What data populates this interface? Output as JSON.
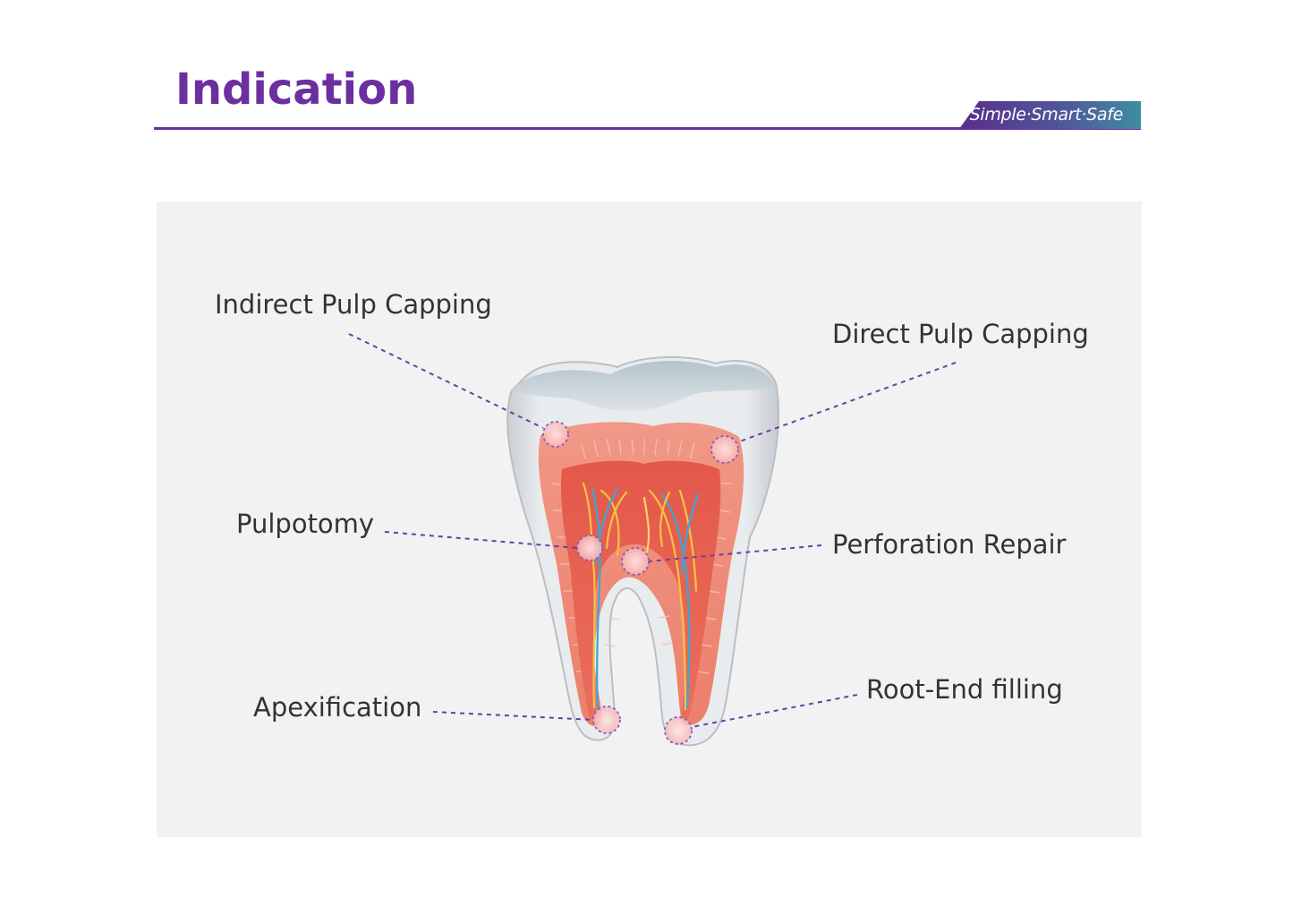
{
  "header": {
    "title": "Indication",
    "tagline": "Simple·Smart·Safe"
  },
  "labels": {
    "indirect_pulp_capping": "Indirect Pulp Capping",
    "direct_pulp_capping": "Direct Pulp Capping",
    "pulpotomy": "Pulpotomy",
    "perforation_repair": "Perforation Repair",
    "apexification": "Apexification",
    "root_end_filling": "Root-End filling"
  },
  "colors": {
    "brand_purple": "#6b2fa0",
    "leader_line": "#6b3fa0",
    "pulp_red": "#e65a4c",
    "enamel": "#dfe4e8"
  },
  "icons": {
    "tooth": "tooth-cross-section-icon"
  }
}
